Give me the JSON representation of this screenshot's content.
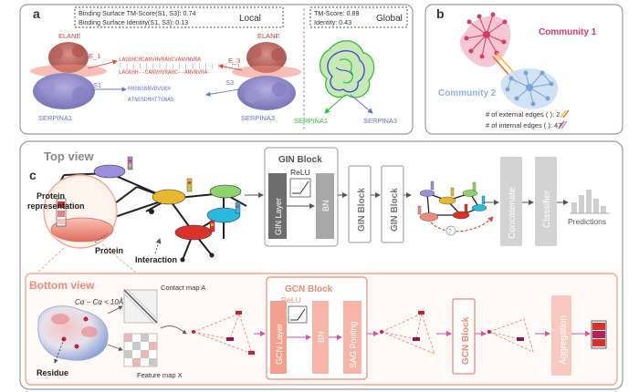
{
  "panel_a": {
    "letter": "a",
    "local_label": "Local",
    "global_label": "Global",
    "local_score_line1": "Binding Surface TM-Score(S1, S3): 0.74",
    "local_score_line2": "Binding Surface Identity(S1, S3): 0.13",
    "global_score_line1": "TM-Score: 0.89",
    "global_score_line2": "Identity: 0.43",
    "protein_left_top": "ELANE",
    "protein_left_bottom": "SERPINA1",
    "protein_right_top": "ELANE",
    "protein_right_bottom": "SERPINA3",
    "edge_left": "E_1",
    "edge_right": "E_3",
    "surface_left": "S1",
    "surface_right": "S3",
    "seq_line1": "LAGGHCHCANVHVRAHCVANVNVRA",
    "seq_line2": "LAGGHH--CANVHVRAHC--ANVNVRA",
    "seq_line3": "RHSNSNNVDVGKH",
    "seq_line4": "ATNSSDMHTTGNAS",
    "global_legend_left": "SERPINA1",
    "global_legend_right": "SERPINA3",
    "colors": {
      "elane": "#c06a66",
      "serpina": "#8f86c9",
      "red_text": "#d9493f",
      "blue_text": "#6b73c9",
      "green": "#2fbf3a"
    }
  },
  "panel_b": {
    "letter": "b",
    "community1": "Community 1",
    "community2": "Community 2",
    "external_edges": "# of external edges (  ): 2",
    "internal_edges": "# of internal edges (  ): 47",
    "colors": {
      "community1": "#d83a6a",
      "community2": "#7aa3d8"
    }
  },
  "panel_c": {
    "letter": "c",
    "top_view": "Top view",
    "bottom_view": "Bottom view",
    "protein_representation_line1": "Protein",
    "protein_representation_line2": "representation",
    "protein_label": "Protein",
    "interaction_label": "Interaction",
    "gin_block_title": "GIN Block",
    "relu": "ReLU",
    "gin_layer": "GIN Layer",
    "bn": "BN",
    "gin_block_1": "GIN Block",
    "gin_block_2": "GIN Block",
    "concatenate": "Concatenate",
    "classifier": "Classifier",
    "predictions": "Predictions",
    "question_mark": "?",
    "contact_formula": "Cα − Cα < 10Å",
    "contact_map": "Contact map A",
    "feature_map": "Feature map X",
    "residue_label": "Residue",
    "gcn_block_title": "GCN Block",
    "gcn_relu": "ReLU",
    "gcn_layer": "GCN Layer",
    "gcn_bn": "BN",
    "sag_pooling": "SAG Pooling",
    "gcn_block_2": "GCN Block",
    "aggregation": "Aggregation",
    "colors": {
      "salmon": "#f08a7a",
      "salmon_light": "#f7b5aa",
      "gray_dark": "#6d6d6d",
      "gray_mid": "#a9a9a9",
      "gray_light": "#d3d3d3",
      "pink_arrow": "#d64f9a"
    }
  }
}
